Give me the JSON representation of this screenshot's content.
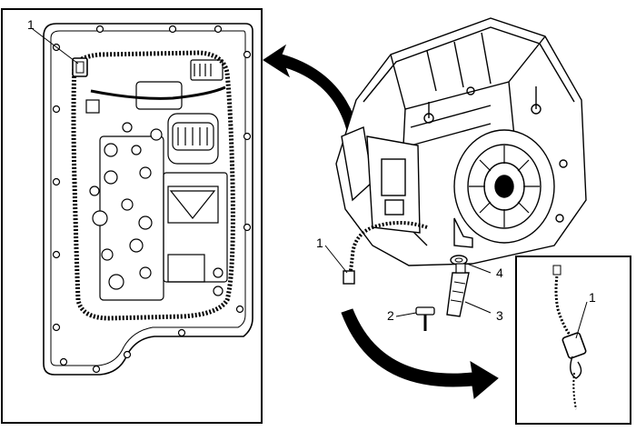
{
  "left_inset": {
    "callout": "1"
  },
  "right_inset": {
    "callout": "1"
  },
  "main_view": {
    "callouts": [
      {
        "label": "1"
      },
      {
        "label": "2"
      },
      {
        "label": "3"
      },
      {
        "label": "4"
      }
    ]
  },
  "colors": {
    "line": "#000000",
    "background": "#ffffff"
  }
}
